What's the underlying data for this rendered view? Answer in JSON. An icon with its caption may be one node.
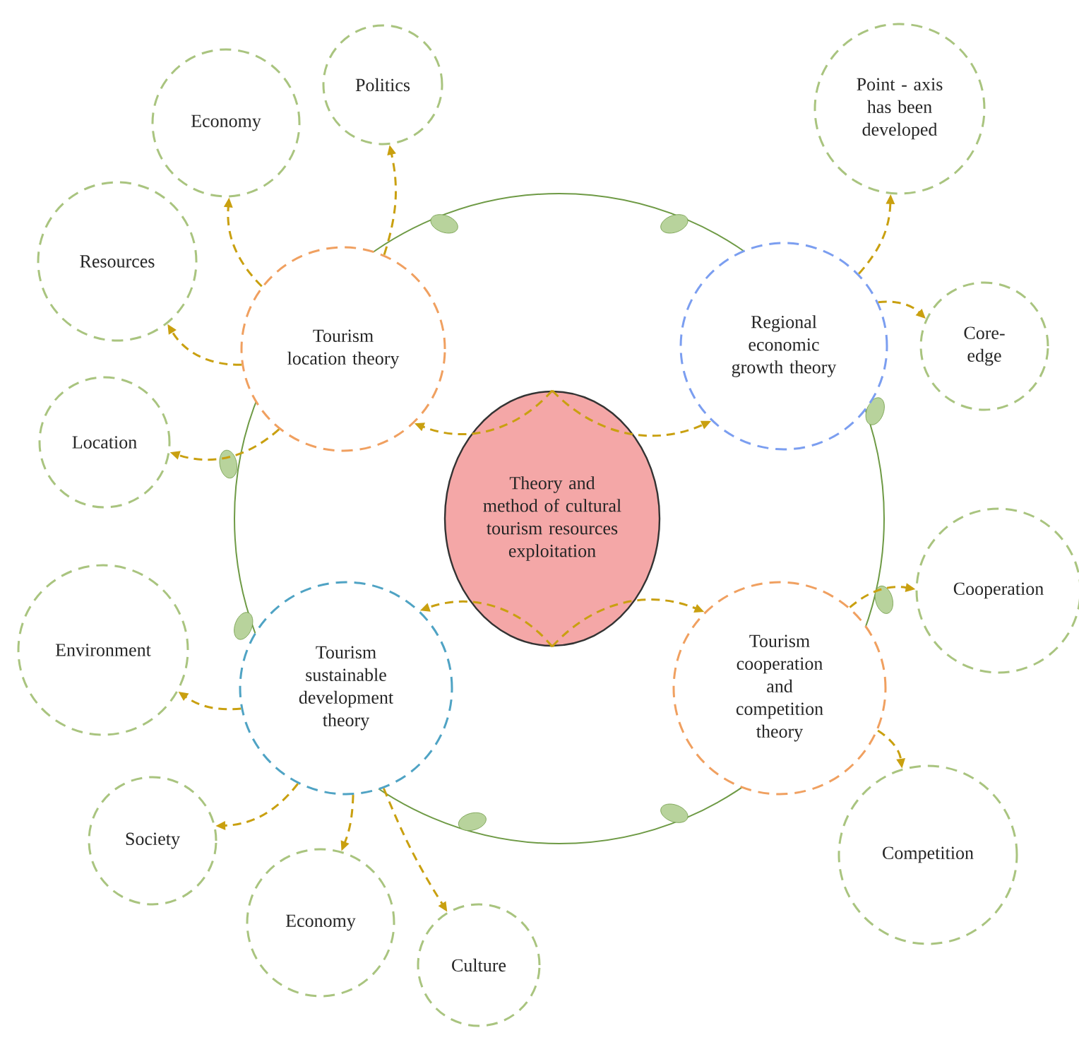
{
  "diagram": {
    "nodes": [
      {
        "text": [
          "Theory and method of cultural tourism resources exploitation"
        ]
      },
      {
        "text": [
          "Tourism location theory"
        ]
      },
      {
        "text": [
          "Regional economic growth theory"
        ]
      },
      {
        "text": [
          "Tourism sustainable development theory"
        ]
      },
      {
        "text": [
          "Tourism cooperation and competition theory"
        ]
      },
      {
        "text": [
          "Economy"
        ]
      },
      {
        "text": [
          "Politics"
        ]
      },
      {
        "text": [
          "Resources"
        ]
      },
      {
        "text": [
          "Location"
        ]
      },
      {
        "text": [
          "Point - axis has been developed"
        ]
      },
      {
        "text": [
          "Core- edge"
        ]
      },
      {
        "text": [
          "Cooperation"
        ]
      },
      {
        "text": [
          "Competition"
        ]
      },
      {
        "text": [
          "Environment"
        ]
      },
      {
        "text": [
          "Society"
        ]
      },
      {
        "text": [
          "Economy"
        ]
      },
      {
        "text": [
          "Culture"
        ]
      }
    ],
    "edges": [
      {
        "from": 0,
        "to": 1,
        "arrow": "to"
      },
      {
        "from": 0,
        "to": 2,
        "arrow": "to"
      },
      {
        "from": 0,
        "to": 3,
        "arrow": "to"
      },
      {
        "from": 0,
        "to": 4,
        "arrow": "to"
      },
      {
        "from": 1,
        "to": 5,
        "arrow": "to"
      },
      {
        "from": 1,
        "to": 6,
        "arrow": "to"
      },
      {
        "from": 1,
        "to": 7,
        "arrow": "to"
      },
      {
        "from": 1,
        "to": 8,
        "arrow": "to"
      },
      {
        "from": 2,
        "to": 9,
        "arrow": "to"
      },
      {
        "from": 2,
        "to": 10,
        "arrow": "to"
      },
      {
        "from": 4,
        "to": 11,
        "arrow": "to"
      },
      {
        "from": 4,
        "to": 12,
        "arrow": "to"
      },
      {
        "from": 3,
        "to": 13,
        "arrow": "to"
      },
      {
        "from": 3,
        "to": 14,
        "arrow": "to"
      },
      {
        "from": 3,
        "to": 15,
        "arrow": "to"
      },
      {
        "from": 3,
        "to": 16,
        "arrow": "to"
      }
    ]
  }
}
